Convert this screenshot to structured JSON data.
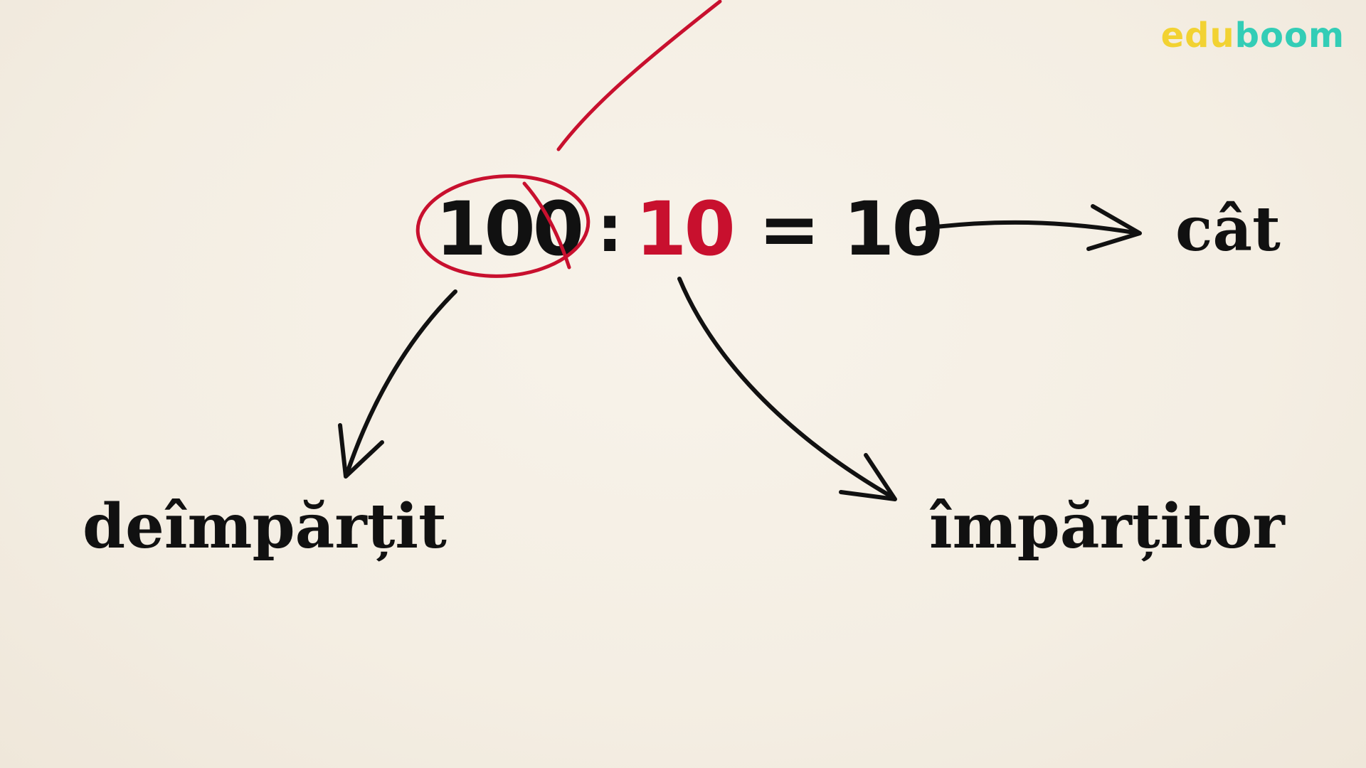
{
  "logo": {
    "part1": "edu",
    "part2": "boom",
    "color1": "#f2d232",
    "color2": "#33cdb6"
  },
  "equation": {
    "dividend": "100",
    "operator": ":",
    "divisor": "10",
    "equals": "=",
    "quotient": "10",
    "highlight_color": "#c8102e"
  },
  "labels": {
    "quotient": "cât",
    "dividend": "deîmpărțit",
    "divisor": "împărțitor"
  }
}
